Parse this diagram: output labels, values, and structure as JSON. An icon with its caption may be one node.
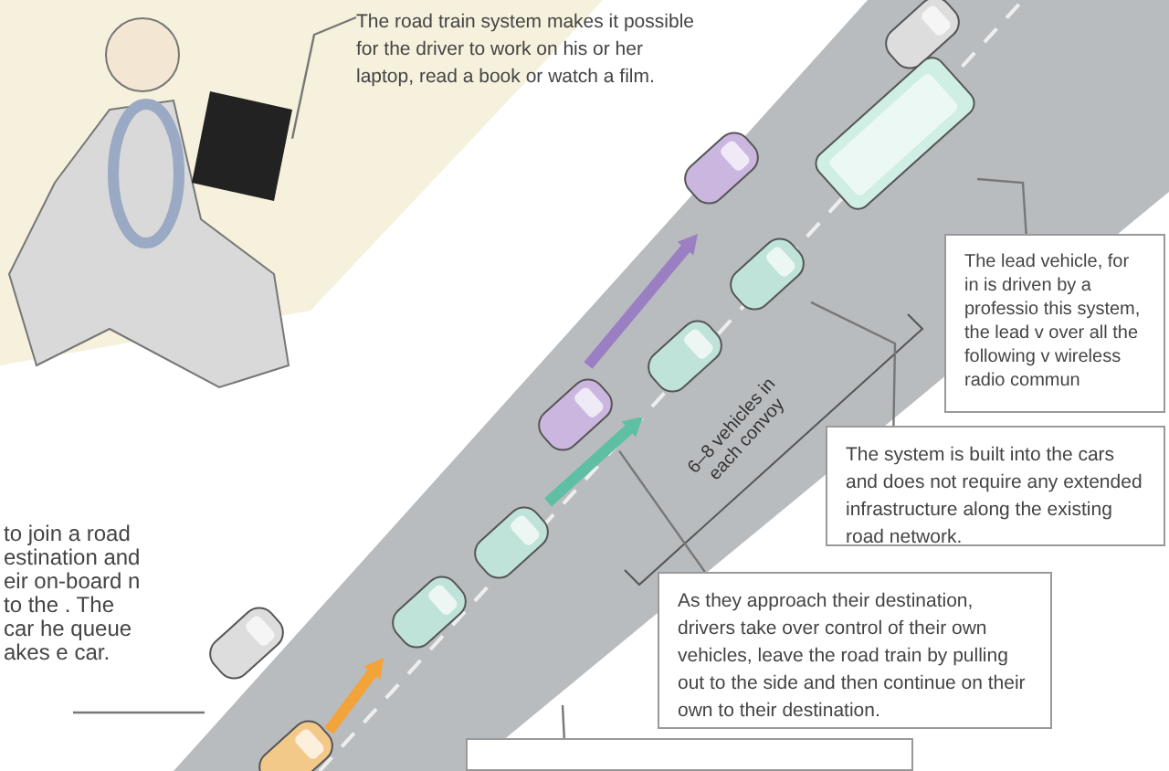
{
  "diagram": {
    "nodes": [
      {
        "text": [
          "The road train system makes it possible for the driver to work on his or her laptop, read a book or watch a film."
        ]
      },
      {
        "text": [],
        "shape": "picture"
      },
      {
        "text": [
          "The lead vehicle, for in is driven by a professio this system, the lead v over all the following v wireless radio commun"
        ]
      },
      {
        "text": [],
        "shape": "picture"
      },
      {
        "text": [
          "The system is built into the cars and does not require any extended infrastructure along the existing road network."
        ]
      },
      {
        "text": [],
        "shape": "picture"
      },
      {
        "text": [
          "As they approach their destination, drivers take over control of their own vehicles, leave the road train by pulling out to the side and then continue on their own to their destination."
        ]
      },
      {
        "text": [],
        "shape": "picture"
      },
      {
        "text": [
          "to join a road estination and eir on-board n to the . The car he queue akes e car."
        ]
      },
      {
        "text": [],
        "shape": "box"
      }
    ],
    "edges": [
      {
        "from": 0,
        "to": 1,
        "arrow": "none"
      },
      {
        "from": 2,
        "to": 3,
        "arrow": "none"
      },
      {
        "from": 4,
        "to": 5,
        "arrow": "none"
      },
      {
        "from": 6,
        "to": 7,
        "arrow": "none"
      },
      {
        "from": 8,
        "to": null,
        "arrow": "none"
      },
      {
        "from": 9,
        "to": null,
        "arrow": "none"
      }
    ],
    "labels": [
      "6–8 vehicles in each convoy"
    ]
  }
}
